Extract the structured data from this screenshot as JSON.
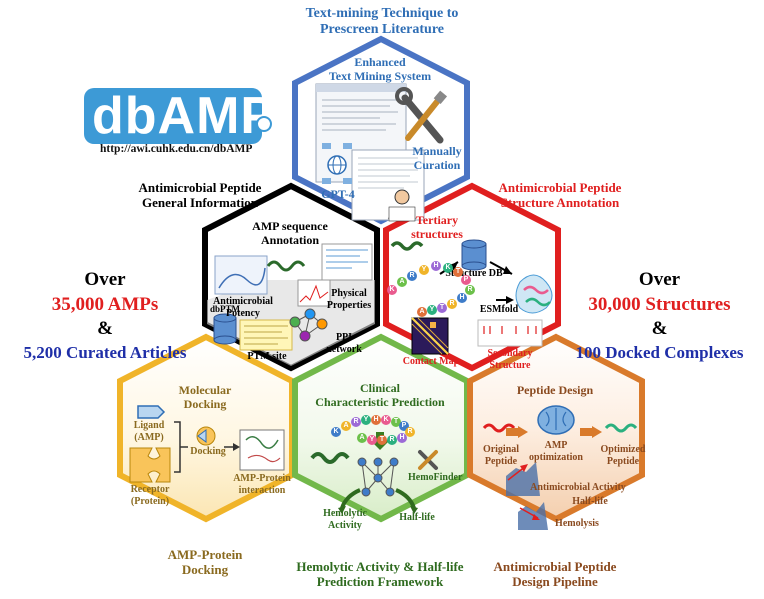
{
  "logo": {
    "text": "dbAMP",
    "url": "http://awi.cuhk.edu.cn/dbAMP"
  },
  "top_caption": [
    "Text-mining Technique to",
    "Prescreen Literature"
  ],
  "text_mining": {
    "title": [
      "Enhanced",
      "Text Mining System"
    ],
    "gpt": "GPT-4",
    "manual": [
      "Manually",
      "Curation"
    ]
  },
  "general_info": {
    "caption": [
      "Antimicrobial Peptide",
      "General Information"
    ],
    "title": [
      "AMP sequence",
      "Annotation"
    ],
    "potency": [
      "Antimicrobial",
      "Potency"
    ],
    "physical": [
      "Physical",
      "Properties"
    ],
    "dbptm": "dbPTM",
    "ptm_site": "PTM site",
    "ppi": [
      "PPI",
      "network"
    ]
  },
  "structure": {
    "caption": [
      "Antimicrobial Peptide",
      "Structure Annotation"
    ],
    "title": [
      "Tertiary",
      "structures"
    ],
    "db": "Structure DB",
    "esmfold": "ESMfold",
    "contact_map": "Contact Map",
    "secondary": [
      "Secondary",
      "Structure"
    ],
    "sequence": [
      "K",
      "A",
      "R",
      "Y",
      "H",
      "K",
      "T",
      "P",
      "R",
      "H",
      "R",
      "T",
      "Y",
      "A"
    ]
  },
  "left_stats": {
    "line1": "Over",
    "line2": "35,000 AMPs",
    "line3": "&",
    "line4": "5,200 Curated Articles"
  },
  "right_stats": {
    "line1": "Over",
    "line2": "30,000 Structures",
    "line3": "&",
    "line4": "100 Docked Complexes"
  },
  "docking": {
    "title": [
      "Molecular",
      "Docking"
    ],
    "ligand": [
      "Ligand",
      "(AMP)"
    ],
    "receptor": [
      "Receptor",
      "(Protein)"
    ],
    "docking": "Docking",
    "interaction": [
      "AMP-Protein",
      "interaction"
    ],
    "caption": [
      "AMP-Protein",
      "Docking"
    ]
  },
  "clinical": {
    "title": [
      "Clinical",
      "Characteristic Prediction"
    ],
    "hemofinder": "HemoFinder",
    "hemolytic": [
      "Hemolytic",
      "Activity"
    ],
    "halflife": "Half-life",
    "caption": [
      "Hemolytic Activity & Half-life",
      "Prediction Framework"
    ]
  },
  "design": {
    "title": "Peptide Design",
    "original": [
      "Original",
      "Peptide"
    ],
    "optimization": [
      "AMP",
      "optimization"
    ],
    "optimized": [
      "Optimized",
      "Peptide"
    ],
    "activity": "Antimicrobial Activity",
    "halflife": "Half-life",
    "hemolysis": "Hemolysis",
    "caption": [
      "Antimicrobial Peptide",
      "Design Pipeline"
    ]
  },
  "colors": {
    "blue": "#4a74c4",
    "black": "#000000",
    "red": "#e01f1f",
    "gold": "#f0b429",
    "green": "#72b84a",
    "orange": "#d97a2b",
    "text_blue": "#2f6eb5",
    "stat_red": "#e01f1f",
    "stat_blue": "#1f2fa8",
    "brown": "#8a6a1f",
    "darkgreen": "#2f6b1f"
  }
}
